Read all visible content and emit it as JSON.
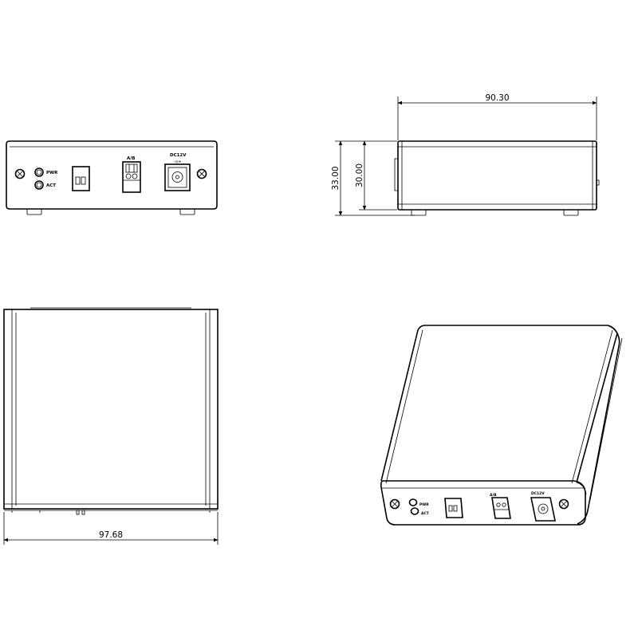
{
  "dimensions": {
    "side_length": "90.30",
    "total_height": "33.00",
    "body_height": "30.00",
    "top_width": "97.68"
  },
  "labels": {
    "pwr": "PWR",
    "act": "ACT",
    "ab": "A/B",
    "dc12v": "DC12V"
  },
  "colors": {
    "line": "#000000",
    "background": "#ffffff"
  },
  "icons": [
    "screw-icon",
    "led-icon",
    "dip-switch-icon",
    "terminal-block-icon",
    "dc-jack-icon"
  ]
}
